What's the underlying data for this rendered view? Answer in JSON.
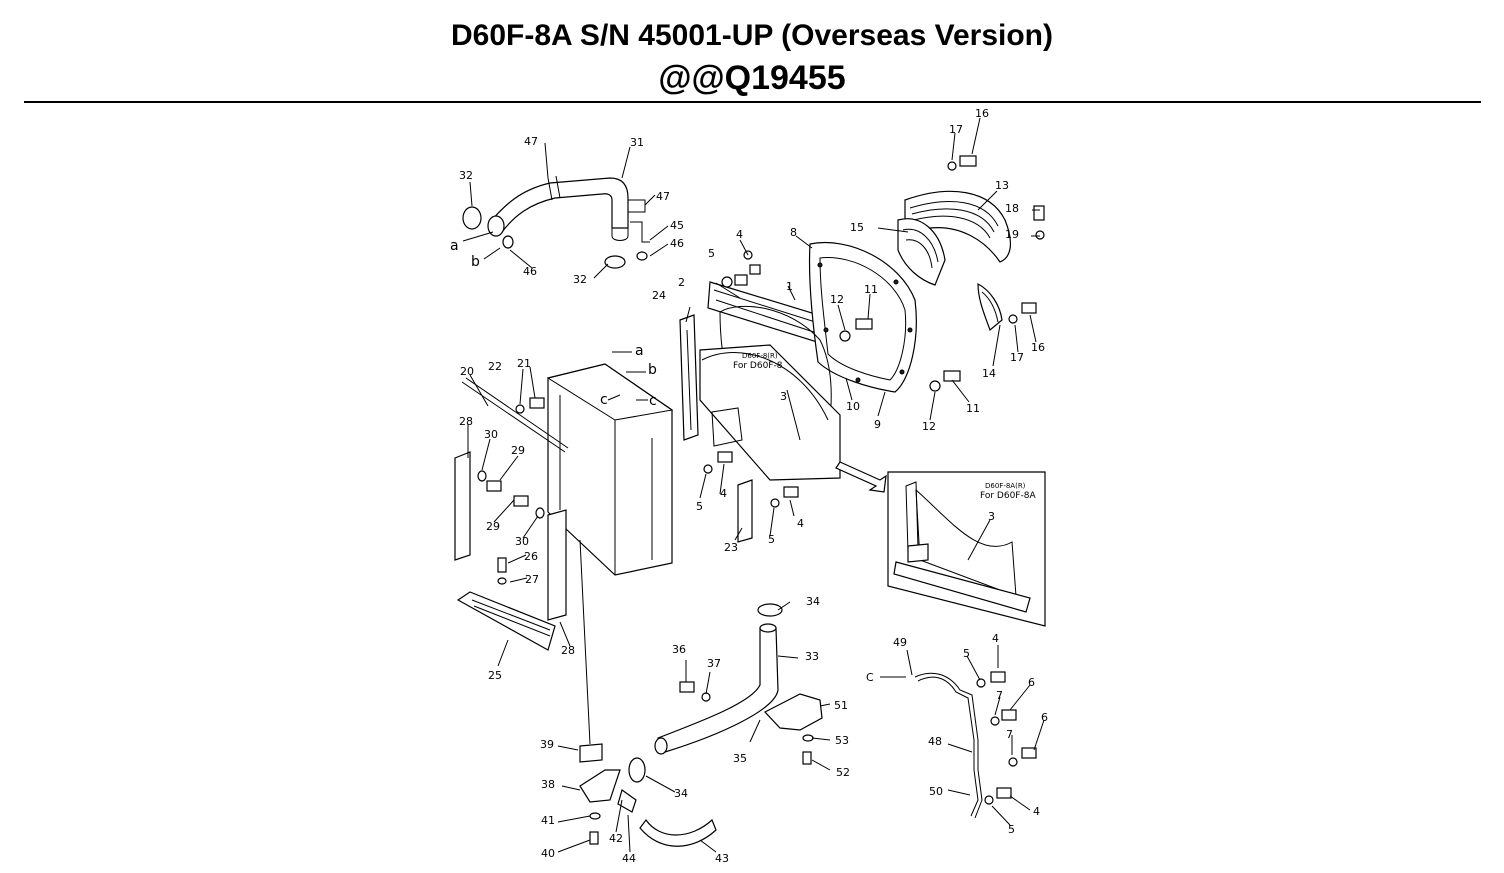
{
  "header": {
    "title": "D60F-8A S/N 45001-UP (Overseas Version)",
    "subtitle": "@@Q19455"
  },
  "callouts": {
    "c1": "1",
    "c2": "2",
    "c3": "3",
    "c3b": "3",
    "c4a": "4",
    "c4b": "4",
    "c4c": "4",
    "c4d": "4",
    "c4e": "4",
    "c5a": "5",
    "c5b": "5",
    "c5c": "5",
    "c5d": "5",
    "c5e": "5",
    "c6a": "6",
    "c6b": "6",
    "c7a": "7",
    "c7b": "7",
    "c8": "8",
    "c9": "9",
    "c10": "10",
    "c11a": "11",
    "c11b": "11",
    "c12a": "12",
    "c12b": "12",
    "c13": "13",
    "c14": "14",
    "c15": "15",
    "c16a": "16",
    "c16b": "16",
    "c17a": "17",
    "c17b": "17",
    "c18": "18",
    "c19": "19",
    "c20": "20",
    "c21": "21",
    "c22": "22",
    "c23": "23",
    "c24": "24",
    "c25": "25",
    "c26": "26",
    "c27": "27",
    "c28a": "28",
    "c28b": "28",
    "c29a": "29",
    "c29b": "29",
    "c30a": "30",
    "c30b": "30",
    "c31": "31",
    "c32a": "32",
    "c32b": "32",
    "c33": "33",
    "c34a": "34",
    "c34b": "34",
    "c35": "35",
    "c36": "36",
    "c37": "37",
    "c38": "38",
    "c39": "39",
    "c40": "40",
    "c41": "41",
    "c42": "42",
    "c43": "43",
    "c44": "44",
    "c45": "45",
    "c46a": "46",
    "c46b": "46",
    "c47a": "47",
    "c47b": "47",
    "c48": "48",
    "c49": "49",
    "c50": "50",
    "c51": "51",
    "c52": "52",
    "c53": "53"
  },
  "refs": {
    "a1": "a",
    "b1": "b",
    "a2": "a",
    "b2": "b",
    "cc1": "c",
    "cc2": "c",
    "C1": "C"
  },
  "insets": {
    "d60f8_code": "D60F-8(R)",
    "d60f8_label": "For D60F-8",
    "d60f8a_code": "D60F-8A(R)",
    "d60f8a_label": "For D60F-8A"
  }
}
